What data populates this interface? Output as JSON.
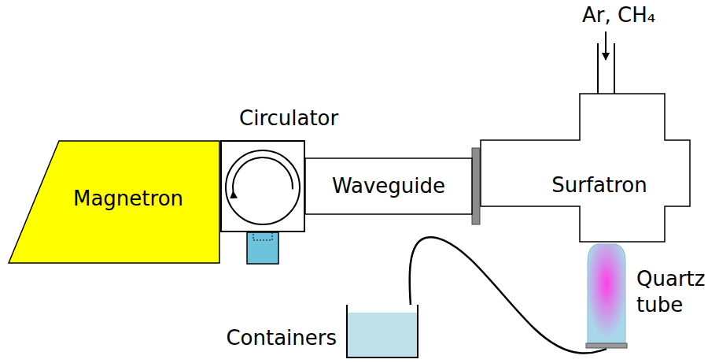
{
  "diagram": {
    "nodes": [
      {
        "text": [
          "Magnetron"
        ]
      },
      {
        "text": [
          "Circulator"
        ]
      },
      {
        "text": [
          "Waveguide"
        ]
      },
      {
        "text": [
          "Surfatron"
        ]
      },
      {
        "text": [
          "Quartz tube"
        ]
      },
      {
        "text": [
          "Containers"
        ]
      }
    ],
    "edges": [
      {
        "from": 4,
        "to": 5,
        "arrow": "none"
      }
    ],
    "labels": [
      "Ar, CH₄"
    ]
  }
}
